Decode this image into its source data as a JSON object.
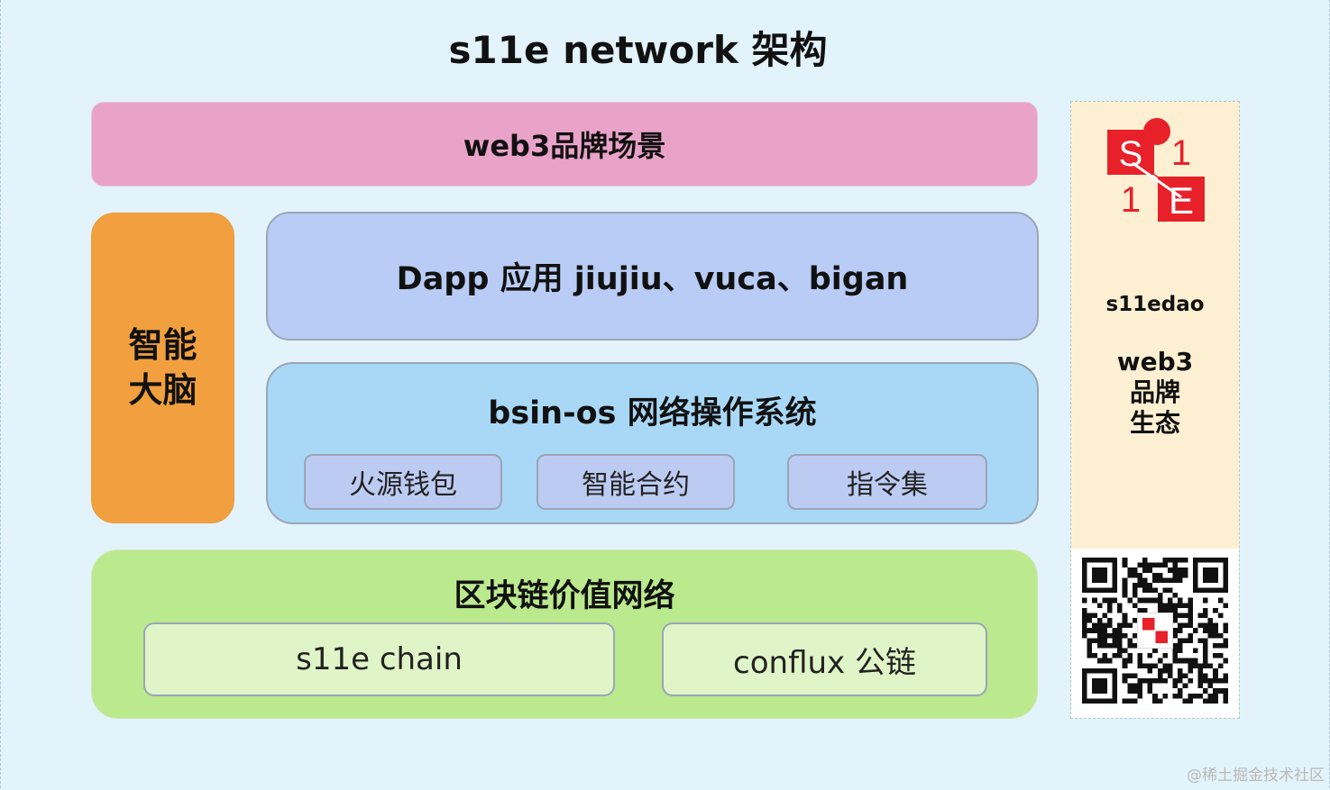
{
  "title": "s11e network 架构",
  "layers": {
    "brand_scene": "web3品牌场景",
    "ai_brain": [
      "智能",
      "大脑"
    ],
    "dapp": "Dapp 应用 jiujiu、vuca、bigan",
    "os": {
      "title": "bsin-os 网络操作系统",
      "items": [
        "火源钱包",
        "智能合约",
        "指令集"
      ]
    },
    "chain_network": {
      "title": "区块链价值网络",
      "items": [
        "s11e chain",
        "conflux 公链"
      ]
    }
  },
  "sidebar": {
    "logo": [
      "S",
      "1",
      "1",
      "E"
    ],
    "name": "s11edao",
    "lines": [
      "web3",
      "品牌",
      "生态"
    ]
  },
  "watermark": "@稀土掘金技术社区",
  "colors": {
    "background": "#e3f3fb",
    "brand_scene": "#e9a2c8",
    "ai_brain": "#f2a03f",
    "dapp": "#b9ccf5",
    "os": "#a9d8f7",
    "chain_network": "#bbe98e",
    "sidebar": "#fdf0d2",
    "logo_red": "#e8202a"
  }
}
